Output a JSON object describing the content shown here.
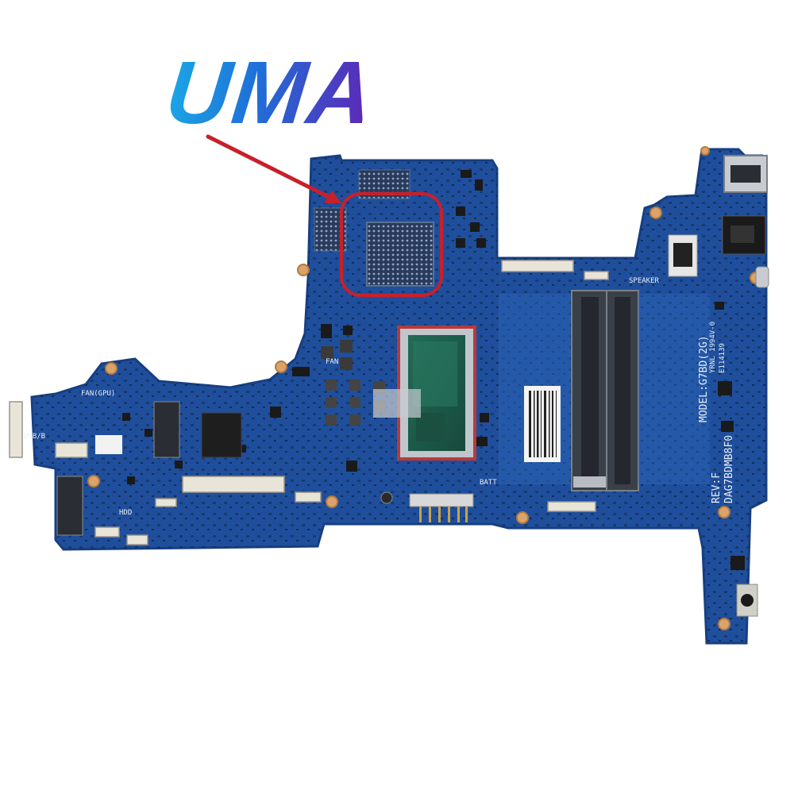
{
  "headline": "UMA",
  "colors": {
    "board": "#1f4f9c",
    "board_dark": "#173f80",
    "headline_start": "#1aa7e6",
    "headline_end": "#5a2bb8",
    "callout": "#c8202a",
    "cpu_frame": "#b83a3a",
    "die": "#1c5e4a"
  },
  "silkscreen": {
    "fan_gpu": "FAN(GPU)",
    "fan": "FAN",
    "speaker": "SPEAKER",
    "batt": "BATT",
    "hdd": "HDD",
    "usb": "USB/B",
    "model": "MODEL:G7BD(2G)",
    "rev": "REV:F",
    "board_id": "DAG7BDMB8F0",
    "vendor": "YRNL 1994V-0",
    "lot": "E114139"
  }
}
